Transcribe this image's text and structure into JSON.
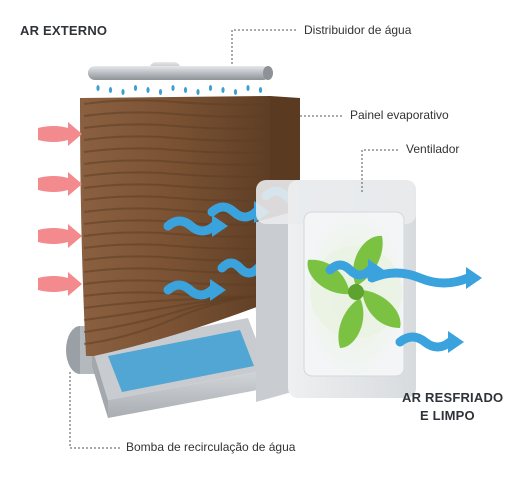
{
  "labels": {
    "ar_externo": "AR EXTERNO",
    "distribuidor": "Distribuidor de água",
    "painel": "Painel evaporativo",
    "ventilador": "Ventilador",
    "ar_resfriado_l1": "AR RESFRIADO",
    "ar_resfriado_l2": "E LIMPO",
    "bomba": "Bomba de recirculação de água"
  },
  "colors": {
    "hot_air": "#f28a8e",
    "cool_air": "#3aa3dd",
    "pad": "#7d5636",
    "pad_dark": "#5e3e25",
    "fan_blade": "#7cc242",
    "water": "#3d9fd4",
    "leader": "#555555"
  },
  "icons": {
    "external_air": "red-arrow-icon",
    "cool_air": "blue-wave-arrow-icon",
    "fan": "propeller-icon"
  }
}
